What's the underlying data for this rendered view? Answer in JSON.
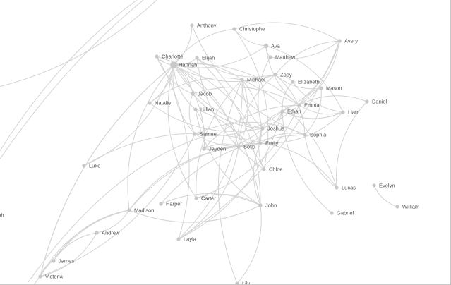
{
  "graph": {
    "colors": {
      "node": "#c8c8c8",
      "edge": "#d3d3d3",
      "label": "#555555",
      "background": "#ffffff"
    },
    "nodes": [
      {
        "id": "anthony",
        "label": "Anthony"
      },
      {
        "id": "christophe",
        "label": "Christophe"
      },
      {
        "id": "ava",
        "label": "Ava"
      },
      {
        "id": "avery",
        "label": "Avery"
      },
      {
        "id": "charlotte",
        "label": "Charlotte"
      },
      {
        "id": "elijah",
        "label": "Elijah"
      },
      {
        "id": "matthew",
        "label": "Matthew"
      },
      {
        "id": "hannah",
        "label": "Hannah"
      },
      {
        "id": "zoey",
        "label": "Zoey"
      },
      {
        "id": "michael",
        "label": "Michael"
      },
      {
        "id": "elizabeth",
        "label": "Elizabeth"
      },
      {
        "id": "mason",
        "label": "Mason"
      },
      {
        "id": "jacob",
        "label": "Jacob"
      },
      {
        "id": "natalie",
        "label": "Natalie"
      },
      {
        "id": "daniel",
        "label": "Daniel"
      },
      {
        "id": "emma",
        "label": "Emma"
      },
      {
        "id": "lillian",
        "label": "Lillian"
      },
      {
        "id": "ethan",
        "label": "Ethan"
      },
      {
        "id": "liam",
        "label": "Liam"
      },
      {
        "id": "joshua",
        "label": "Joshua"
      },
      {
        "id": "samuel",
        "label": "Samuel"
      },
      {
        "id": "sophia",
        "label": "Sophia"
      },
      {
        "id": "emily",
        "label": "Emily"
      },
      {
        "id": "jayden",
        "label": "Jayden"
      },
      {
        "id": "sofia",
        "label": "Sofia"
      },
      {
        "id": "chloe",
        "label": "Chloe"
      },
      {
        "id": "luke",
        "label": "Luke"
      },
      {
        "id": "evelyn",
        "label": "Evelyn"
      },
      {
        "id": "lucas",
        "label": "Lucas"
      },
      {
        "id": "william",
        "label": "William"
      },
      {
        "id": "carter",
        "label": "Carter"
      },
      {
        "id": "harper",
        "label": "Harper"
      },
      {
        "id": "madison",
        "label": "Madison"
      },
      {
        "id": "john",
        "label": "John"
      },
      {
        "id": "gabriel",
        "label": "Gabriel"
      },
      {
        "id": "eph",
        "label": "eph"
      },
      {
        "id": "andrew",
        "label": "Andrew"
      },
      {
        "id": "layla",
        "label": "Layla"
      },
      {
        "id": "james",
        "label": "James"
      },
      {
        "id": "victoria",
        "label": "Victoria"
      },
      {
        "id": "lily",
        "label": "Lily"
      }
    ],
    "edges": [
      [
        "hannah",
        "charlotte"
      ],
      [
        "hannah",
        "elijah"
      ],
      [
        "hannah",
        "jacob"
      ],
      [
        "hannah",
        "lillian"
      ],
      [
        "hannah",
        "natalie"
      ],
      [
        "hannah",
        "samuel"
      ],
      [
        "hannah",
        "christophe"
      ],
      [
        "hannah",
        "anthony"
      ],
      [
        "hannah",
        "michael"
      ],
      [
        "hannah",
        "zoey"
      ],
      [
        "hannah",
        "emma"
      ],
      [
        "hannah",
        "joshua"
      ],
      [
        "hannah",
        "sofia"
      ],
      [
        "hannah",
        "ava"
      ],
      [
        "hannah",
        "john"
      ],
      [
        "hannah",
        "victoria"
      ],
      [
        "hannah",
        "luke"
      ],
      [
        "hannah",
        "madison"
      ],
      [
        "hannah",
        "jayden"
      ],
      [
        "hannah",
        "carter"
      ],
      [
        "charlotte",
        "layla"
      ],
      [
        "charlotte",
        "jacob"
      ],
      [
        "charlotte",
        "emily"
      ],
      [
        "jacob",
        "samuel"
      ],
      [
        "jacob",
        "emma"
      ],
      [
        "jacob",
        "joshua"
      ],
      [
        "lillian",
        "jayden"
      ],
      [
        "lillian",
        "john"
      ],
      [
        "lillian",
        "chloe"
      ],
      [
        "samuel",
        "emily"
      ],
      [
        "samuel",
        "sophia"
      ],
      [
        "samuel",
        "ethan"
      ],
      [
        "jayden",
        "sofia"
      ],
      [
        "jayden",
        "joshua"
      ],
      [
        "jayden",
        "emma"
      ],
      [
        "joshua",
        "emily"
      ],
      [
        "joshua",
        "ethan"
      ],
      [
        "joshua",
        "chloe"
      ],
      [
        "joshua",
        "michael"
      ],
      [
        "joshua",
        "avery"
      ],
      [
        "emily",
        "sophia"
      ],
      [
        "emily",
        "liam"
      ],
      [
        "emily",
        "lucas"
      ],
      [
        "emily",
        "michael"
      ],
      [
        "ethan",
        "emma"
      ],
      [
        "ethan",
        "liam"
      ],
      [
        "ethan",
        "elizabeth"
      ],
      [
        "ethan",
        "avery"
      ],
      [
        "emma",
        "mason"
      ],
      [
        "emma",
        "avery"
      ],
      [
        "emma",
        "daniel"
      ],
      [
        "emma",
        "liam"
      ],
      [
        "zoey",
        "elizabeth"
      ],
      [
        "zoey",
        "mason"
      ],
      [
        "zoey",
        "avery"
      ],
      [
        "zoey",
        "sofia"
      ],
      [
        "zoey",
        "sophia"
      ],
      [
        "matthew",
        "avery"
      ],
      [
        "matthew",
        "ava"
      ],
      [
        "matthew",
        "joshua"
      ],
      [
        "christophe",
        "avery"
      ],
      [
        "christophe",
        "ava"
      ],
      [
        "christophe",
        "chloe"
      ],
      [
        "ava",
        "emma"
      ],
      [
        "ava",
        "liam"
      ],
      [
        "michael",
        "carter"
      ],
      [
        "michael",
        "layla"
      ],
      [
        "michael",
        "lily"
      ],
      [
        "michael",
        "sofia"
      ],
      [
        "sofia",
        "madison"
      ],
      [
        "sofia",
        "layla"
      ],
      [
        "sofia",
        "ethan"
      ],
      [
        "john",
        "madison"
      ],
      [
        "john",
        "harper"
      ],
      [
        "john",
        "lily"
      ],
      [
        "john",
        "carter"
      ],
      [
        "john",
        "emily"
      ],
      [
        "john",
        "elijah"
      ],
      [
        "madison",
        "andrew"
      ],
      [
        "madison",
        "victoria"
      ],
      [
        "madison",
        "emily"
      ],
      [
        "andrew",
        "james"
      ],
      [
        "andrew",
        "victoria"
      ],
      [
        "james",
        "victoria"
      ],
      [
        "luke",
        "emily"
      ],
      [
        "evelyn",
        "william"
      ],
      [
        "lucas",
        "sophia"
      ],
      [
        "lucas",
        "michael"
      ],
      [
        "gabriel",
        "ethan"
      ],
      [
        "daniel",
        "lucas"
      ],
      [
        "natalie",
        "michael"
      ],
      [
        "natalie",
        "joshua"
      ],
      [
        "harper",
        "sophia"
      ],
      [
        "layla",
        "ethan"
      ],
      [
        "samuel",
        "victoria"
      ],
      [
        "elizabeth",
        "liam"
      ],
      [
        "mason",
        "sophia"
      ],
      [
        "anthony",
        "sophia"
      ],
      [
        "chloe",
        "elijah"
      ],
      [
        "carter",
        "emma"
      ],
      [
        "victoria",
        "hannah"
      ],
      [
        "elijah",
        "zoey"
      ],
      [
        "james",
        "madison"
      ],
      [
        "layla",
        "avery"
      ]
    ]
  }
}
